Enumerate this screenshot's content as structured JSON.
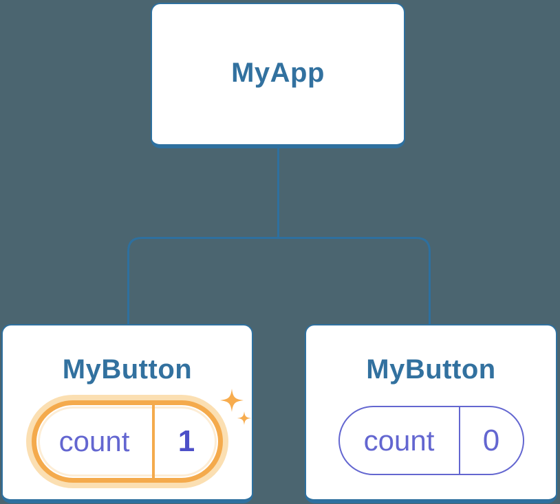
{
  "figure": {
    "type": "component-tree",
    "root": {
      "label": "MyApp"
    },
    "children": [
      {
        "label": "MyButton",
        "state": {
          "key": "count",
          "value": "1"
        },
        "highlighted": true,
        "badge_icon": "sparkles-icon"
      },
      {
        "label": "MyButton",
        "state": {
          "key": "count",
          "value": "0"
        },
        "highlighted": false
      }
    ]
  },
  "colors": {
    "background": "#4B6570",
    "card-border": "#2E709F",
    "title": "#32719F",
    "connector": "#2E709F",
    "purple": "#6366D0",
    "purple-bold": "#4D50C8",
    "orange": "#F4AA4C",
    "orange-halo": "#FBDFB2",
    "sparkle": "#F7AC4E",
    "card-bg": "#FFFFFF"
  }
}
